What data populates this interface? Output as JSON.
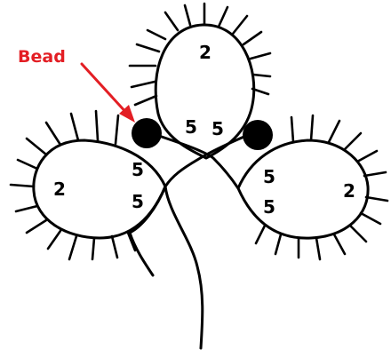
{
  "labels": {
    "bead": "Bead"
  },
  "rings": {
    "top": {
      "picots": "2"
    },
    "left": {
      "picots": "2"
    },
    "right": {
      "picots": "2"
    }
  },
  "stitch_counts": {
    "top_left": "5",
    "top_right": "5",
    "left_upper": "5",
    "left_lower": "5",
    "right_upper": "5",
    "right_lower": "5"
  },
  "colors": {
    "label": "#e31e24",
    "ink": "#000000",
    "bead": "#000000"
  }
}
